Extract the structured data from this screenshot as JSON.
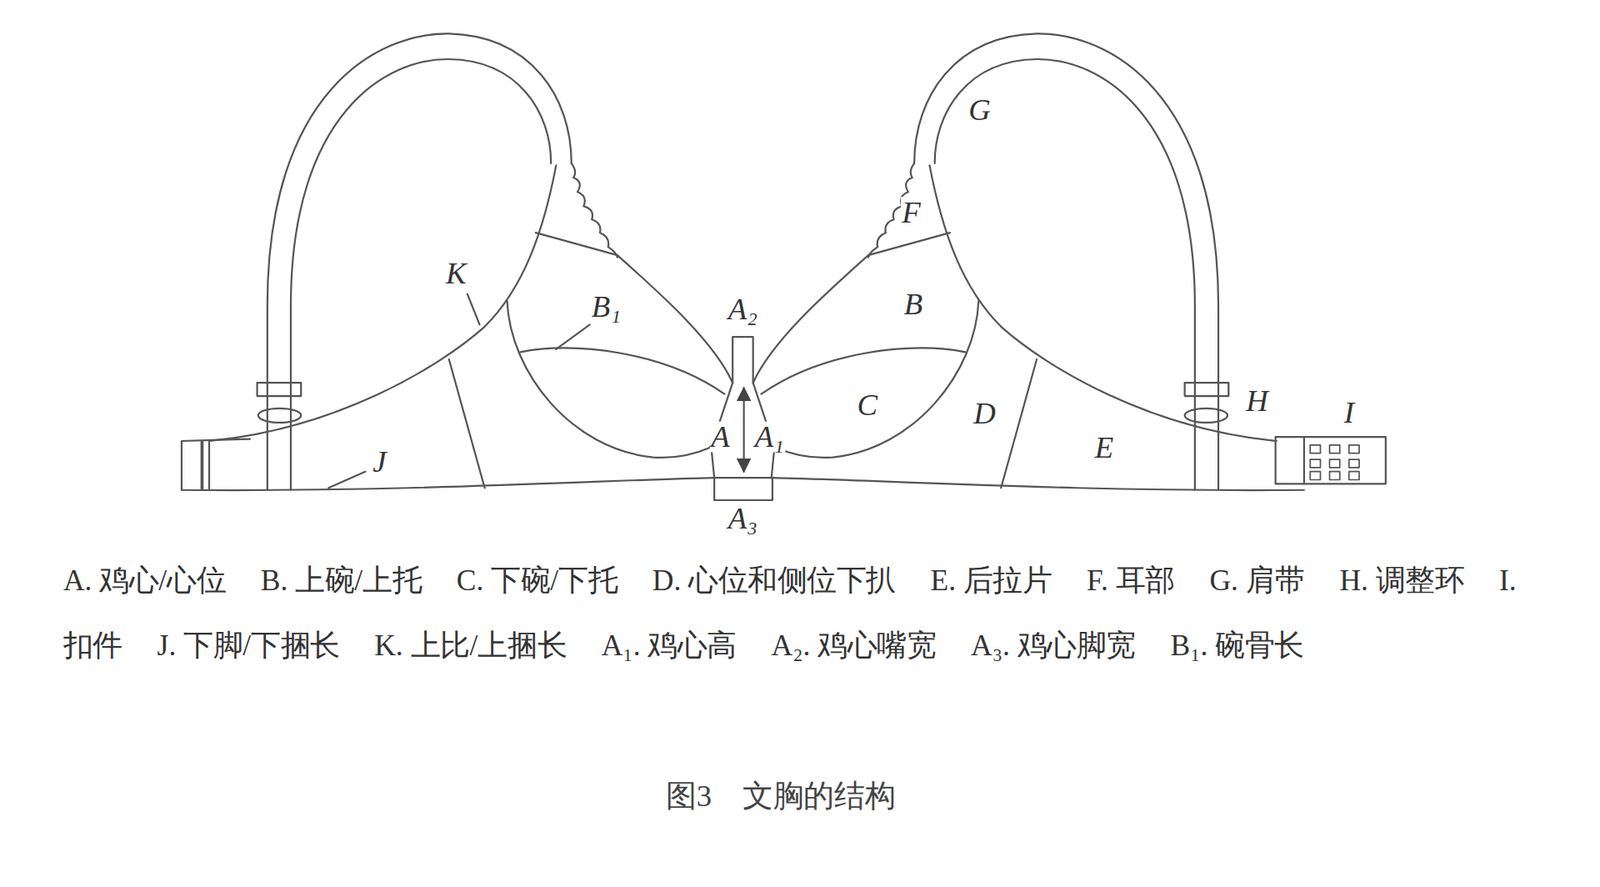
{
  "diagram": {
    "caption": "图3　文胸的结构",
    "labels": [
      "G",
      "F",
      "K",
      "B₁",
      "A₂",
      "B",
      "C",
      "D",
      "H",
      "I",
      "E",
      "A",
      "A₁",
      "J",
      "A₃",
      "A. 鸡心/心位",
      "B. 上碗/上托",
      "C. 下碗/下托",
      "D. 心位和侧位下扒",
      "E. 后拉片",
      "F. 耳部",
      "G. 肩带",
      "H. 调整环",
      "I. 扣件",
      "J. 下脚/下捆长",
      "K. 上比/上捆长",
      "A₁. 鸡心高",
      "A₂. 鸡心嘴宽",
      "A₃. 鸡心脚宽",
      "B₁. 碗骨长"
    ]
  }
}
